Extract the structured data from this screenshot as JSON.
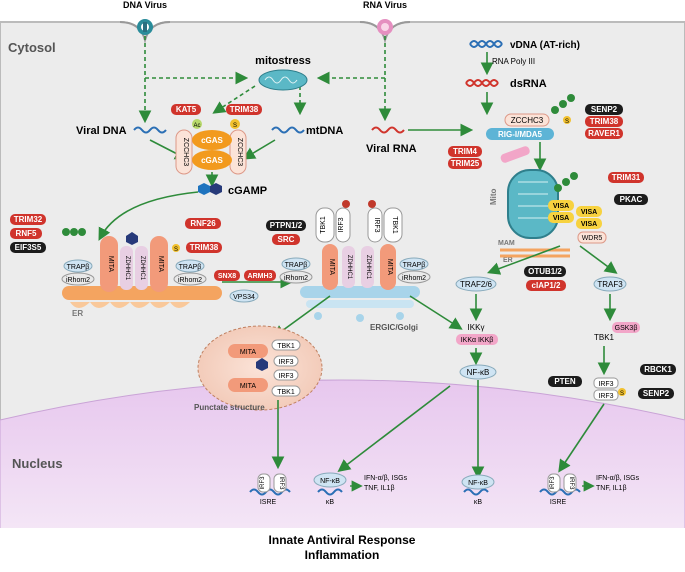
{
  "regions": {
    "cytosol": "Cytosol",
    "nucleus": "Nucleus",
    "er_left": "ER",
    "ergic": "ERGIC/Golgi",
    "mito": "Mito",
    "mam": "MAM",
    "er_right": "ER",
    "punctate": "Punctate structure"
  },
  "viruses": {
    "dna": "DNA Virus",
    "rna": "RNA Virus"
  },
  "top": {
    "vdna": "vDNA (AT-rich)",
    "rna_pol": "RNA Poly III",
    "dsrna": "dsRNA",
    "mitostress": "mitostress",
    "viral_dna": "Viral DNA",
    "mtdna": "mtDNA",
    "viral_rna": "Viral RNA",
    "cgamp": "cGAMP"
  },
  "cgas": {
    "kat5": "KAT5",
    "trim38": "TRIM38",
    "ac": "Ac",
    "s": "S",
    "cgas1": "cGAS",
    "cgas2": "cGAS",
    "zcchc3_a": "ZCCHC3",
    "zcchc3_b": "ZCCHC3"
  },
  "rigi": {
    "zcchc3": "ZCCHC3",
    "rig": "RIG-I/MDA5",
    "senp2": "SENP2",
    "trim38": "TRIM38",
    "raver1": "RAVER1",
    "trim4": "TRIM4",
    "trim25": "TRIM25",
    "s": "S"
  },
  "visa": {
    "trim31": "TRIM31",
    "pkac": "PKAC",
    "wdr5": "WDR5",
    "v1": "VISA",
    "v2": "VISA",
    "v3": "VISA",
    "v4": "VISA"
  },
  "left_mita": {
    "trim32": "TRIM32",
    "rnf5": "RNF5",
    "eif3s5": "EIF3S5",
    "rnf26": "RNF26",
    "trim38": "TRIM38",
    "mita1": "MITA",
    "mita2": "MITA",
    "zdhhc1_a": "ZDHHC1",
    "zdhhc1_b": "ZDHHC1",
    "trap_a": "TRAPβ",
    "trap_b": "TRAPβ",
    "irhom_a": "iRhom2",
    "irhom_b": "iRhom2",
    "s": "S"
  },
  "middle": {
    "snx8": "SNX8",
    "armh3": "ARMH3",
    "vps34": "VPS34"
  },
  "ergic_mita": {
    "ptpn": "PTPN1/2",
    "src": "SRC",
    "tbk1": "TBK1",
    "irf3_a": "IRF3",
    "irf3_b": "IRF3",
    "mita1": "MITA",
    "mita2": "MITA",
    "zdhhc1_a": "ZDHHC1",
    "zdhhc1_b": "ZDHHC1",
    "trap_a": "TRAPβ",
    "trap_b": "TRAPβ",
    "irhom_a": "iRhom2",
    "irhom_b": "iRhom2",
    "tbk1_b": "TBK1"
  },
  "right_path": {
    "traf26": "TRAF2/6",
    "traf3": "TRAF3",
    "otub": "OTUB1/2",
    "ciap": "cIAP1/2",
    "ikkg": "IKKγ",
    "ikkab": "IKKα IKKβ",
    "gsk3b": "GSK3β",
    "tbk1": "TBK1",
    "rbck1": "RBCK1",
    "pten": "PTEN",
    "irf3_a": "IRF3",
    "irf3_b": "IRF3",
    "senp2": "SENP2",
    "nfkb": "NF-κB",
    "s": "S"
  },
  "punctate": {
    "mita1": "MITA",
    "mita2": "MITA",
    "tbk1_a": "TBK1",
    "tbk1_b": "TBK1",
    "irf3_a": "IRF3",
    "irf3_b": "IRF3"
  },
  "nucleus": {
    "irf3_a": "IRF3",
    "irf3_b": "IRF3",
    "isre1": "ISRE",
    "nfkb1": "NF-κB",
    "kb1": "κB",
    "out1a": "IFN-α/β, ISGs",
    "out1b": "TNF, IL1β",
    "nfkb2": "NF-κB",
    "kb2": "κB",
    "irf3_c": "IRF3",
    "irf3_d": "IRF3",
    "isre2": "ISRE",
    "out2a": "IFN-α/β, ISGs",
    "out2b": "TNF, IL1β"
  },
  "footer": {
    "line1": "Innate Antiviral Response",
    "line2": "Inflammation"
  },
  "colors": {
    "red": "#d0342c",
    "black": "#1c1c1c",
    "green": "#2e8b3a",
    "orange": "#f4a460",
    "purple": "#e6c8ef"
  }
}
